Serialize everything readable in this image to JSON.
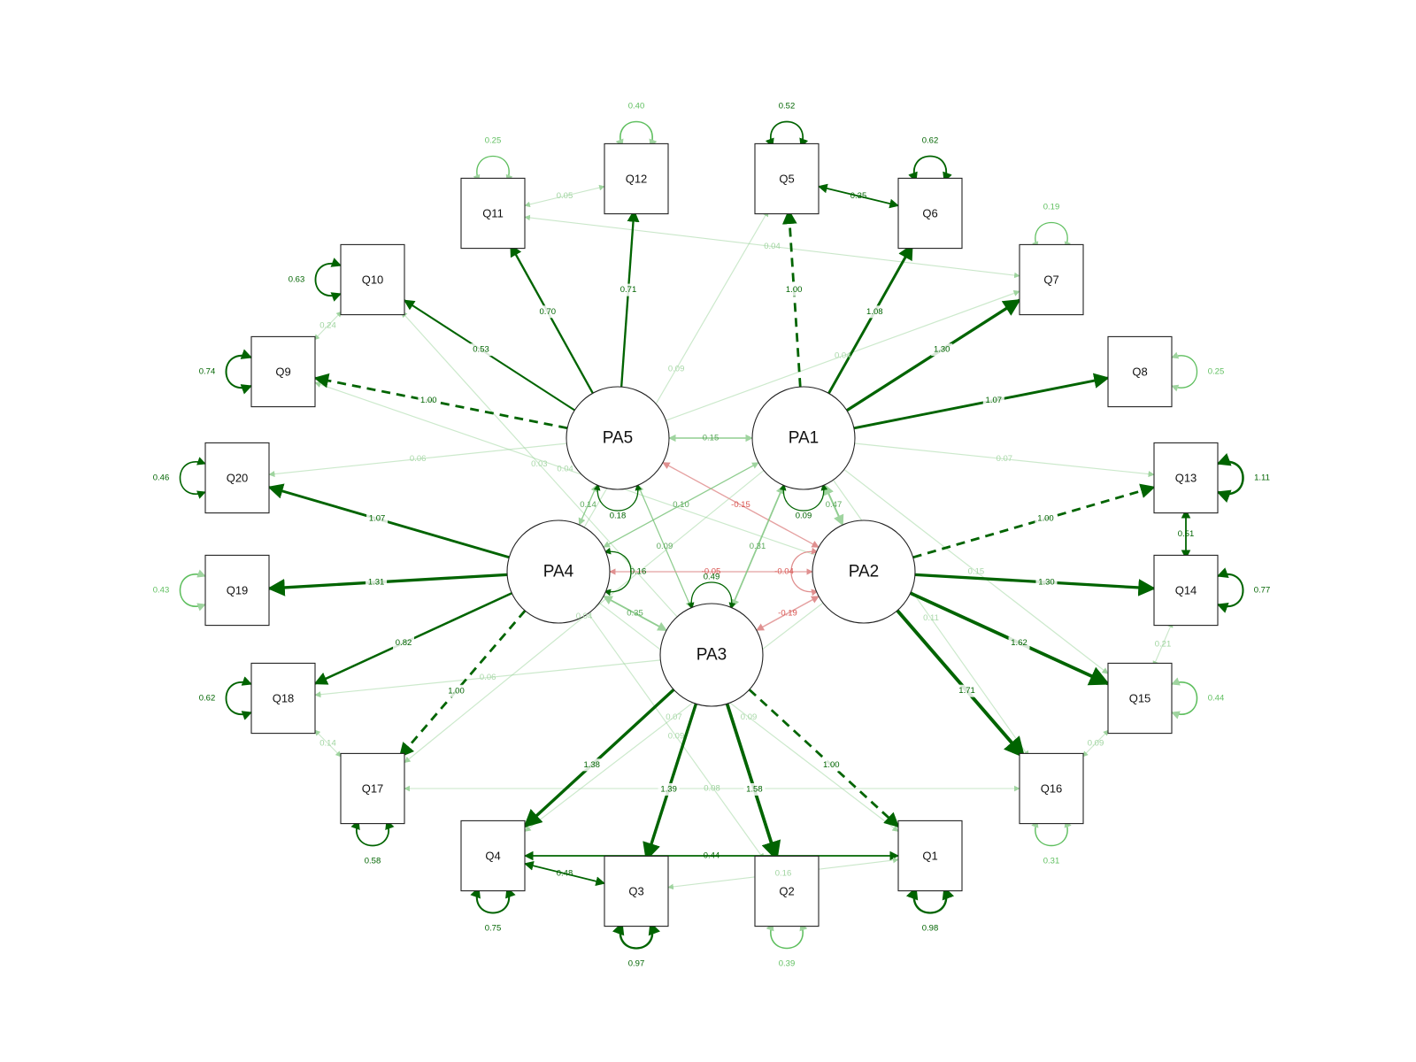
{
  "diagram": {
    "colors": {
      "positive": "#006400",
      "negative": "#d9534f",
      "node_fill": "#ffffff",
      "node_stroke": "#222222"
    },
    "latents": [
      {
        "id": "PA1",
        "label": "PA1"
      },
      {
        "id": "PA2",
        "label": "PA2"
      },
      {
        "id": "PA3",
        "label": "PA3"
      },
      {
        "id": "PA4",
        "label": "PA4"
      },
      {
        "id": "PA5",
        "label": "PA5"
      }
    ],
    "manifests": [
      {
        "id": "Q1",
        "label": "Q1"
      },
      {
        "id": "Q2",
        "label": "Q2"
      },
      {
        "id": "Q3",
        "label": "Q3"
      },
      {
        "id": "Q4",
        "label": "Q4"
      },
      {
        "id": "Q5",
        "label": "Q5"
      },
      {
        "id": "Q6",
        "label": "Q6"
      },
      {
        "id": "Q7",
        "label": "Q7"
      },
      {
        "id": "Q8",
        "label": "Q8"
      },
      {
        "id": "Q9",
        "label": "Q9"
      },
      {
        "id": "Q10",
        "label": "Q10"
      },
      {
        "id": "Q11",
        "label": "Q11"
      },
      {
        "id": "Q12",
        "label": "Q12"
      },
      {
        "id": "Q13",
        "label": "Q13"
      },
      {
        "id": "Q14",
        "label": "Q14"
      },
      {
        "id": "Q15",
        "label": "Q15"
      },
      {
        "id": "Q16",
        "label": "Q16"
      },
      {
        "id": "Q17",
        "label": "Q17"
      },
      {
        "id": "Q18",
        "label": "Q18"
      },
      {
        "id": "Q19",
        "label": "Q19"
      },
      {
        "id": "Q20",
        "label": "Q20"
      }
    ],
    "loadings": [
      {
        "from": "PA1",
        "to": "Q5",
        "label": "1.00",
        "fixed": true
      },
      {
        "from": "PA1",
        "to": "Q6",
        "label": "1.08"
      },
      {
        "from": "PA1",
        "to": "Q7",
        "label": "1.30"
      },
      {
        "from": "PA1",
        "to": "Q8",
        "label": "1.07"
      },
      {
        "from": "PA2",
        "to": "Q13",
        "label": "1.00",
        "fixed": true
      },
      {
        "from": "PA2",
        "to": "Q14",
        "label": "1.30"
      },
      {
        "from": "PA2",
        "to": "Q15",
        "label": "1.62"
      },
      {
        "from": "PA2",
        "to": "Q16",
        "label": "1.71"
      },
      {
        "from": "PA3",
        "to": "Q1",
        "label": "1.00",
        "fixed": true
      },
      {
        "from": "PA3",
        "to": "Q2",
        "label": "1.58"
      },
      {
        "from": "PA3",
        "to": "Q3",
        "label": "1.39"
      },
      {
        "from": "PA3",
        "to": "Q4",
        "label": "1.38"
      },
      {
        "from": "PA4",
        "to": "Q17",
        "label": "1.00",
        "fixed": true
      },
      {
        "from": "PA4",
        "to": "Q18",
        "label": "0.82"
      },
      {
        "from": "PA4",
        "to": "Q19",
        "label": "1.31"
      },
      {
        "from": "PA4",
        "to": "Q20",
        "label": "1.07"
      },
      {
        "from": "PA5",
        "to": "Q9",
        "label": "1.00",
        "fixed": true
      },
      {
        "from": "PA5",
        "to": "Q10",
        "label": "0.53"
      },
      {
        "from": "PA5",
        "to": "Q11",
        "label": "0.70"
      },
      {
        "from": "PA5",
        "to": "Q12",
        "label": "0.71"
      }
    ],
    "cross_loadings": [
      {
        "from": "PA1",
        "to": "Q13",
        "label": "0.07"
      },
      {
        "from": "PA1",
        "to": "Q15",
        "label": "0.15"
      },
      {
        "from": "PA1",
        "to": "Q16",
        "label": "0.11"
      },
      {
        "from": "PA1",
        "to": "Q17",
        "label": "0.04"
      },
      {
        "from": "PA5",
        "to": "Q7",
        "label": "0.04"
      },
      {
        "from": "PA5",
        "to": "Q20",
        "label": "0.06"
      },
      {
        "from": "PA4",
        "to": "Q5",
        "label": "0.09"
      },
      {
        "from": "PA4",
        "to": "Q1",
        "label": "0.09"
      },
      {
        "from": "PA4",
        "to": "Q2",
        "label": "0.09"
      },
      {
        "from": "PA3",
        "to": "Q18",
        "label": "0.06"
      },
      {
        "from": "PA3",
        "to": "Q10",
        "label": "0.03"
      },
      {
        "from": "PA2",
        "to": "Q4",
        "label": "0.07"
      },
      {
        "from": "PA2",
        "to": "Q9",
        "label": "0.04"
      }
    ],
    "factor_covariances": [
      {
        "a": "PA5",
        "b": "PA1",
        "label": "0.15"
      },
      {
        "a": "PA5",
        "b": "PA4",
        "label": "0.14"
      },
      {
        "a": "PA5",
        "b": "PA2",
        "label": "-0.15"
      },
      {
        "a": "PA5",
        "b": "PA3",
        "label": "0.09"
      },
      {
        "a": "PA4",
        "b": "PA2",
        "label": "-0.05"
      },
      {
        "a": "PA4",
        "b": "PA3",
        "label": "0.35"
      },
      {
        "a": "PA4",
        "b": "PA1",
        "label": "0.10"
      },
      {
        "a": "PA1",
        "b": "PA3",
        "label": "0.31"
      },
      {
        "a": "PA1",
        "b": "PA2",
        "label": "0.47"
      },
      {
        "a": "PA2",
        "b": "PA3",
        "label": "-0.19"
      }
    ],
    "factor_variances": [
      {
        "node": "PA5",
        "label": "0.18"
      },
      {
        "node": "PA4",
        "label": "0.16"
      },
      {
        "node": "PA3",
        "label": "0.49"
      },
      {
        "node": "PA1",
        "label": "0.09"
      },
      {
        "node": "PA2",
        "label": "-0.04"
      }
    ],
    "residual_covariances": [
      {
        "a": "Q5",
        "b": "Q6",
        "label": "0.35"
      },
      {
        "a": "Q13",
        "b": "Q14",
        "label": "0.51"
      },
      {
        "a": "Q4",
        "b": "Q3",
        "label": "0.48"
      },
      {
        "a": "Q4",
        "b": "Q1",
        "label": "0.44"
      },
      {
        "a": "Q3",
        "b": "Q1",
        "label": "0.16"
      },
      {
        "a": "Q11",
        "b": "Q12",
        "label": "0.05"
      },
      {
        "a": "Q10",
        "b": "Q9",
        "label": "0.24"
      },
      {
        "a": "Q18",
        "b": "Q17",
        "label": "0.14"
      },
      {
        "a": "Q15",
        "b": "Q16",
        "label": "0.09"
      },
      {
        "a": "Q14",
        "b": "Q15",
        "label": "0.21"
      },
      {
        "a": "Q16",
        "b": "Q17",
        "label": "0.08"
      },
      {
        "a": "Q11",
        "b": "Q7",
        "label": "0.04"
      }
    ],
    "residual_variances": [
      {
        "node": "Q12",
        "label": "0.40"
      },
      {
        "node": "Q5",
        "label": "0.52"
      },
      {
        "node": "Q6",
        "label": "0.62"
      },
      {
        "node": "Q11",
        "label": "0.25"
      },
      {
        "node": "Q7",
        "label": "0.19"
      },
      {
        "node": "Q10",
        "label": "0.63"
      },
      {
        "node": "Q8",
        "label": "0.25"
      },
      {
        "node": "Q9",
        "label": "0.74"
      },
      {
        "node": "Q20",
        "label": "0.46"
      },
      {
        "node": "Q13",
        "label": "1.11"
      },
      {
        "node": "Q19",
        "label": "0.43"
      },
      {
        "node": "Q14",
        "label": "0.77"
      },
      {
        "node": "Q18",
        "label": "0.62"
      },
      {
        "node": "Q15",
        "label": "0.44"
      },
      {
        "node": "Q17",
        "label": "0.58"
      },
      {
        "node": "Q16",
        "label": "0.31"
      },
      {
        "node": "Q4",
        "label": "0.75"
      },
      {
        "node": "Q3",
        "label": "0.97"
      },
      {
        "node": "Q2",
        "label": "0.39"
      },
      {
        "node": "Q1",
        "label": "0.98"
      }
    ]
  }
}
